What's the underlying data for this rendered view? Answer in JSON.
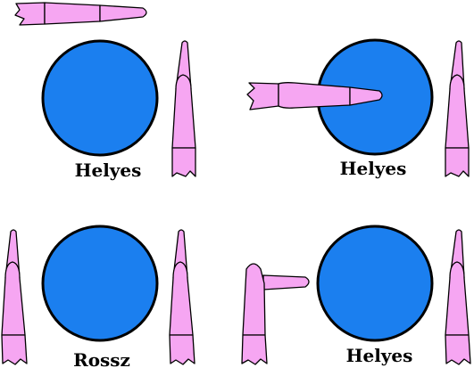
{
  "panels": [
    {
      "caption": "Helyes",
      "verdict": "correct",
      "finger_position": "above-left-horizontal"
    },
    {
      "caption": "Helyes",
      "verdict": "correct",
      "finger_position": "pointing-into-ball"
    },
    {
      "caption": "Rossz",
      "verdict": "wrong",
      "finger_position": "none"
    },
    {
      "caption": "Helyes",
      "verdict": "correct",
      "finger_position": "bent-beside-ball"
    }
  ],
  "colors": {
    "ball_fill": "#1b7fef",
    "finger_fill": "#f6a6f2",
    "outline": "#000000",
    "background": "#ffffff"
  },
  "icons": {
    "ball": "blue-ball-icon",
    "finger": "pink-finger-icon"
  }
}
